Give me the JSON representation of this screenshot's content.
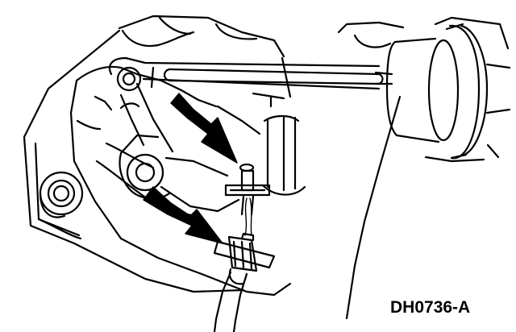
{
  "figure": {
    "code": "DH0736-A",
    "colors": {
      "ink": "#000000",
      "paper": "#ffffff"
    },
    "callouts": [
      {
        "icon": "arrow-icon",
        "points_to": "cable-end-fitting"
      },
      {
        "icon": "arrow-icon",
        "points_to": "cable-housing-clip"
      }
    ]
  }
}
